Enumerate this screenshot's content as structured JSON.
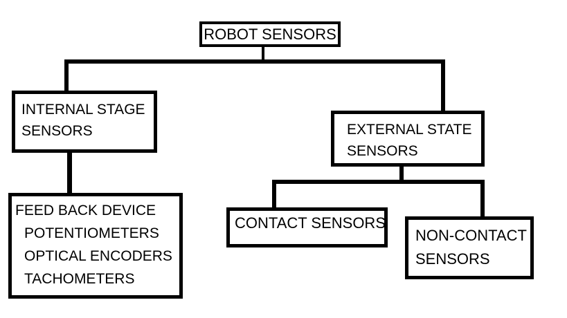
{
  "diagram": {
    "title": "Robot sensors classification tree",
    "colors": {
      "line": "#000000",
      "text": "#000000",
      "background": "#ffffff",
      "box_fill": "#ffffff"
    },
    "nodes": {
      "root": {
        "label": "ROBOT SENSORS"
      },
      "internal": {
        "lines": [
          "INTERNAL STAGE",
          "SENSORS"
        ]
      },
      "external": {
        "lines": [
          "EXTERNAL STATE",
          "SENSORS"
        ]
      },
      "feedback": {
        "lines": [
          "FEED BACK DEVICE",
          "POTENTIOMETERS",
          "OPTICAL ENCODERS",
          "TACHOMETERS"
        ]
      },
      "contact": {
        "label": "CONTACT SENSORS"
      },
      "noncontact": {
        "lines": [
          "NON-CONTACT",
          "SENSORS"
        ]
      }
    },
    "edges": [
      {
        "from": "root",
        "to": "internal"
      },
      {
        "from": "root",
        "to": "external"
      },
      {
        "from": "internal",
        "to": "feedback"
      },
      {
        "from": "external",
        "to": "contact"
      },
      {
        "from": "external",
        "to": "noncontact"
      }
    ]
  }
}
